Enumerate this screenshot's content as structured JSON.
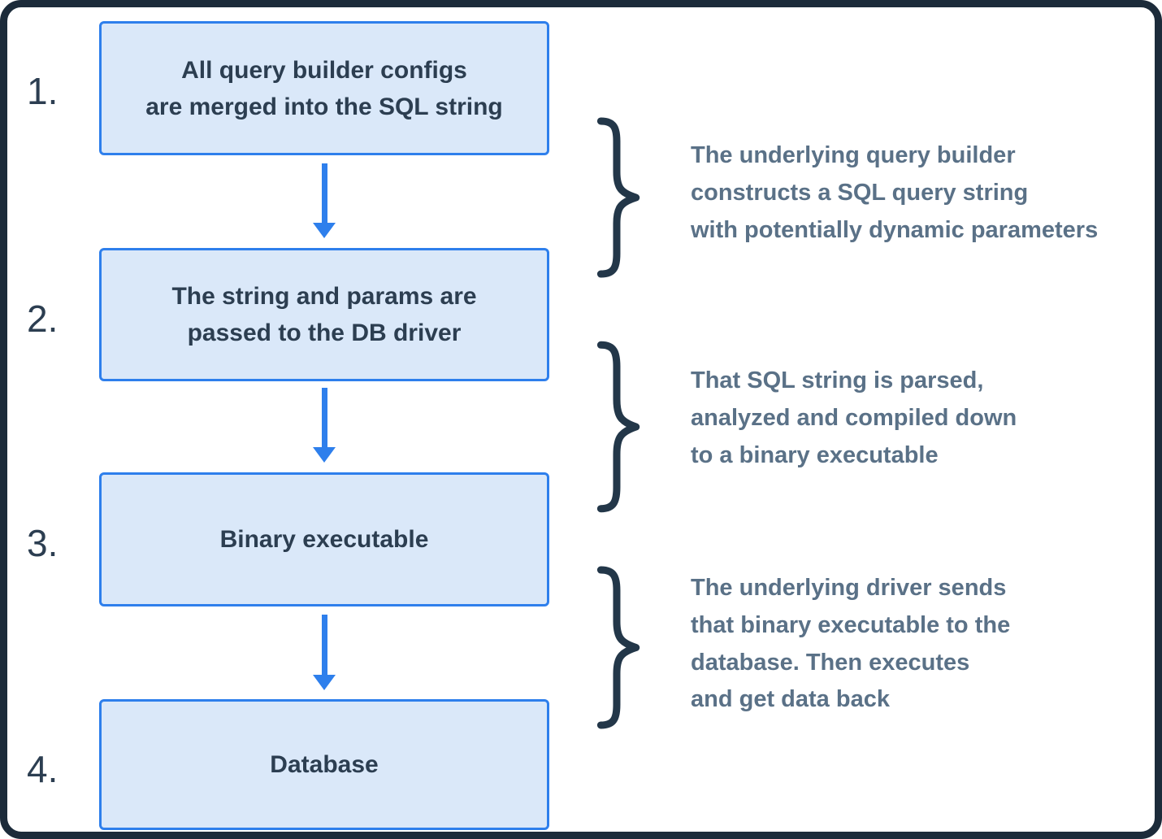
{
  "diagram": {
    "steps": [
      {
        "number": "1.",
        "label": "All query builder configs\nare merged into the SQL string"
      },
      {
        "number": "2.",
        "label": "The string and params are\npassed to the DB driver"
      },
      {
        "number": "3.",
        "label": "Binary executable"
      },
      {
        "number": "4.",
        "label": "Database"
      }
    ],
    "annotations": [
      {
        "text": "The underlying query builder\nconstructs a SQL query string\nwith potentially dynamic parameters"
      },
      {
        "text": "That SQL string is parsed,\nanalyzed and compiled down\nto a binary executable"
      },
      {
        "text": "The underlying driver sends\nthat binary executable to the\ndatabase. Then executes\nand get data back"
      }
    ],
    "colors": {
      "box_fill": "#dae8f9",
      "box_border": "#2e7fec",
      "arrow": "#2e7fec",
      "text_dark": "#2c3e51",
      "annotation_text": "#5a7187",
      "brace": "#233749",
      "frame": "#1c2b3a",
      "background": "#ffffff"
    }
  }
}
